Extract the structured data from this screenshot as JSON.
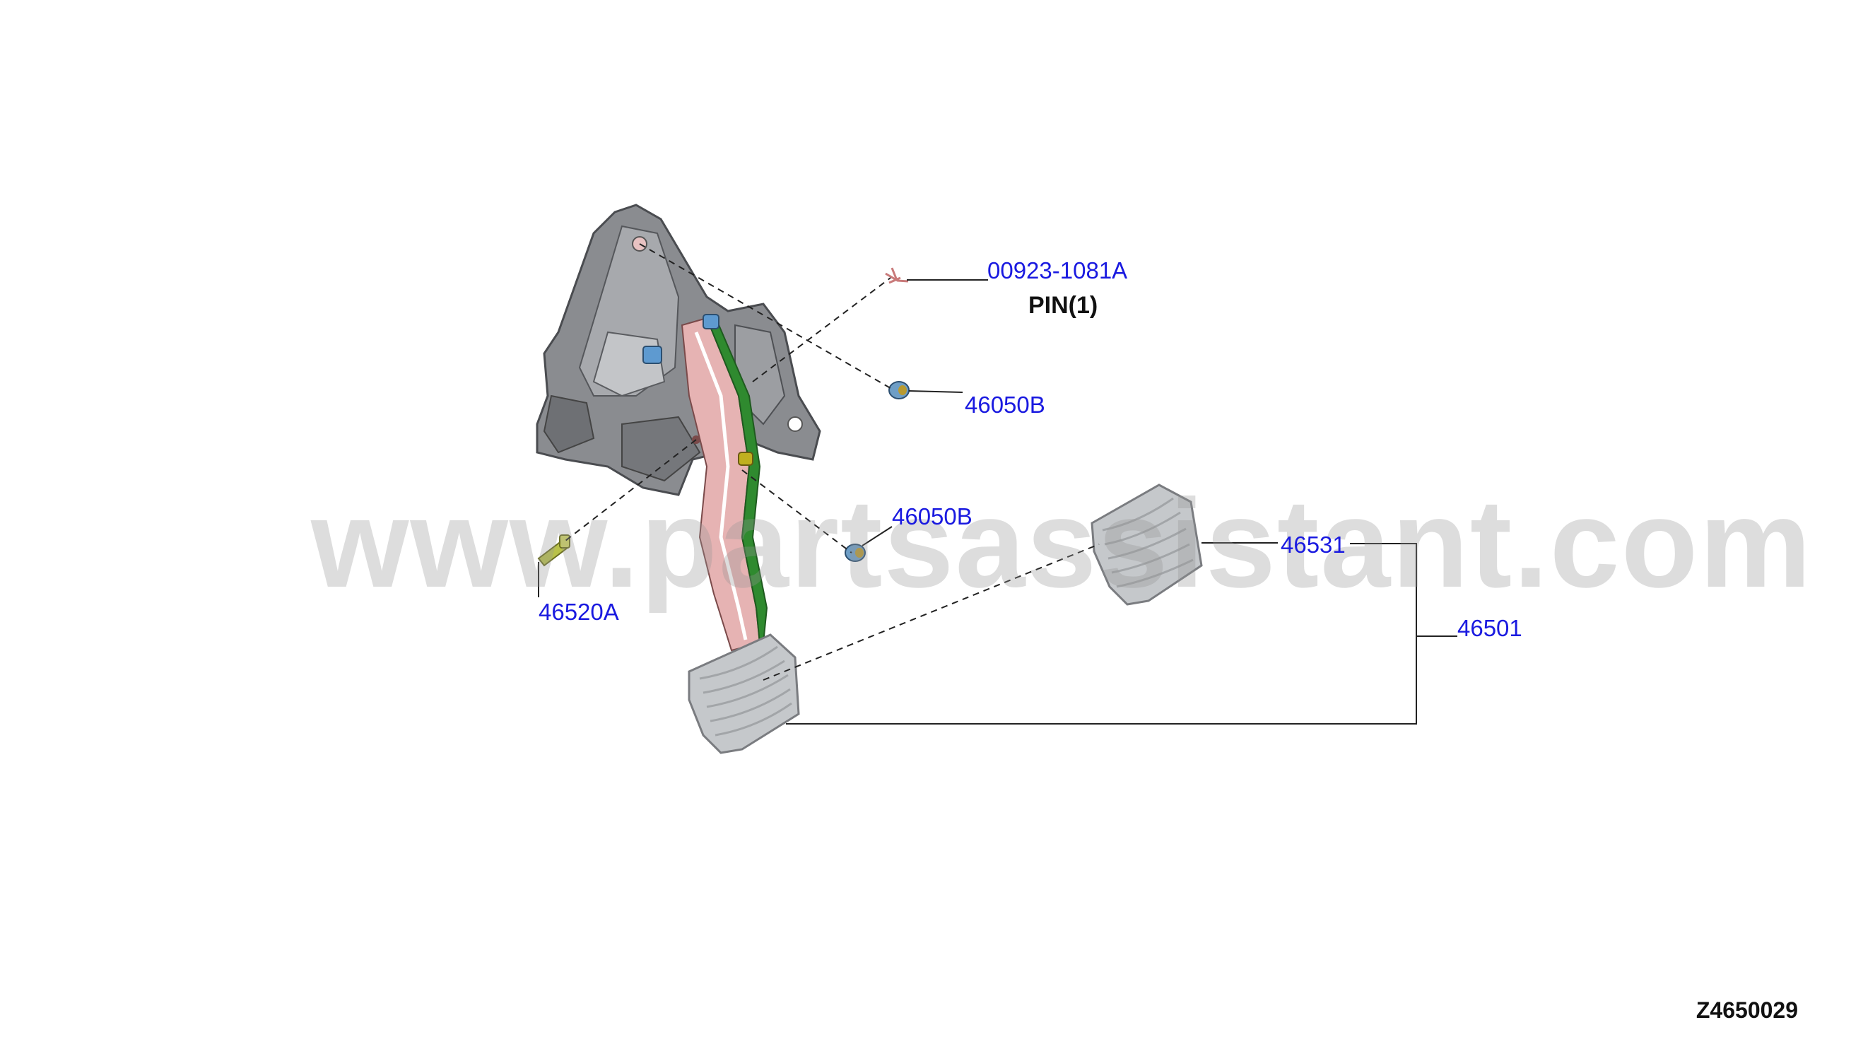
{
  "watermark": "www.partsassistant.com",
  "figure_id": "Z4650029",
  "note": "PIN(1)",
  "callouts": {
    "pin": "00923-1081A",
    "bushing_upper": "46050B",
    "bushing_lower": "46050B",
    "bolt": "46520A",
    "pad": "46531",
    "assembly": "46501"
  },
  "colors": {
    "label": "#1a1ae0",
    "bracket": "#7d7f83",
    "pedal_arm": "#e6b3b3",
    "pedal_arm_edge": "#2f8a2f",
    "bushing": "#6e9ec6",
    "bolt": "#b9c14a",
    "pad": "#c5c8cb"
  }
}
